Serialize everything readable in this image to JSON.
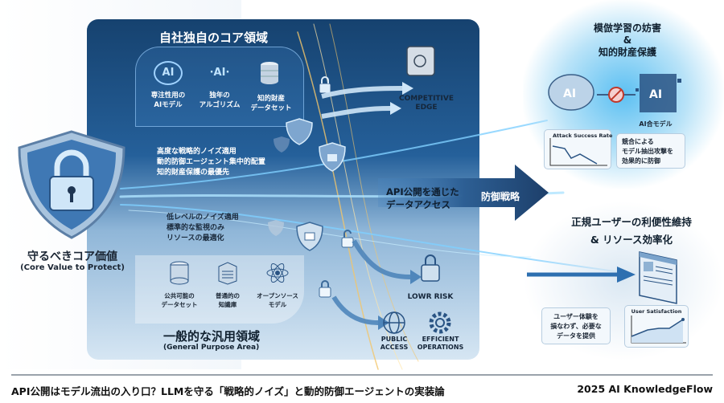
{
  "left": {
    "title": "守るべきコア価値",
    "subtitle": "(Core Value to Protect)"
  },
  "core": {
    "title": "自社独自のコア領域",
    "items": [
      {
        "icon": "ai-brain-icon",
        "label1": "専注性用の",
        "label2": "AIモデル"
      },
      {
        "icon": "ai-network-icon",
        "label1": "独年の",
        "label2": "アルゴリズム"
      },
      {
        "icon": "database-icon",
        "label1": "知的財産",
        "label2": "データセット"
      }
    ],
    "notes": [
      "高度な戦略的ノイズ適用",
      "動的防御エージェント集中的配置",
      "知的財産保護の最優先"
    ]
  },
  "general": {
    "notes": [
      "低レベルのノイズ適用",
      "標準的な監視のみ",
      "リソースの最適化"
    ],
    "items": [
      {
        "icon": "database-icon",
        "label1": "公共可能の",
        "label2": "データセット"
      },
      {
        "icon": "server-icon",
        "label1": "普通的の",
        "label2": "知識庫"
      },
      {
        "icon": "atom-icon",
        "label1": "オープンソース",
        "label2": "モデル"
      }
    ],
    "title": "一般的な汎用領域",
    "subtitle": "(General Purpose Area)"
  },
  "outcomes": {
    "competitive_edge": [
      "COMPETITIVE",
      "EDGE"
    ],
    "lower_risk": "LOWR RISK",
    "public_access": [
      "PUBLIC",
      "ACCESS"
    ],
    "efficient_operations": [
      "EFFICIENT",
      "OPERATIONS"
    ]
  },
  "arrow": {
    "label1": "API公開を通じた",
    "label2": "データアクセス",
    "strategy": "防御戦略"
  },
  "right_top": {
    "title1": "模倣学習の妨害",
    "title2": "&",
    "title3": "知的財産保護",
    "model_label": "AI合モデル",
    "chart_title": "Attack Success Rate",
    "callout": [
      "競合による",
      "モデル抽出攻撃を",
      "効果的に防御"
    ]
  },
  "right_bottom": {
    "title1": "正規ユーザーの利便性維持",
    "title2": "& リソース効率化",
    "callout": [
      "ユーザー体験を",
      "損なわず、必要な",
      "データを提供"
    ],
    "chart_title": "User Satisfaction"
  },
  "footer": {
    "title": "API公開はモデル流出の入り口？LLMを守る「戦略的ノイズ」と動的防御エージェントの実装論",
    "credit": "2025 AI KnowledgeFlow"
  },
  "colors": {
    "panel_dark": "#16426f",
    "accent": "#2f6fae",
    "glow": "#5cc0f2",
    "gold": "#f3c66a"
  }
}
